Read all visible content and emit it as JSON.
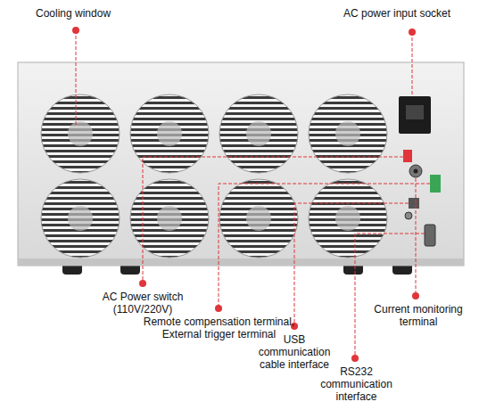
{
  "diagram": {
    "labels": [
      "Cooling window",
      "AC power input socket",
      "AC Power switch (110V/220V)",
      "Remote compensation terminal, External trigger terminal",
      "USB communication cable interface",
      "RS232 communication interface",
      "Current monitoring terminal"
    ]
  }
}
